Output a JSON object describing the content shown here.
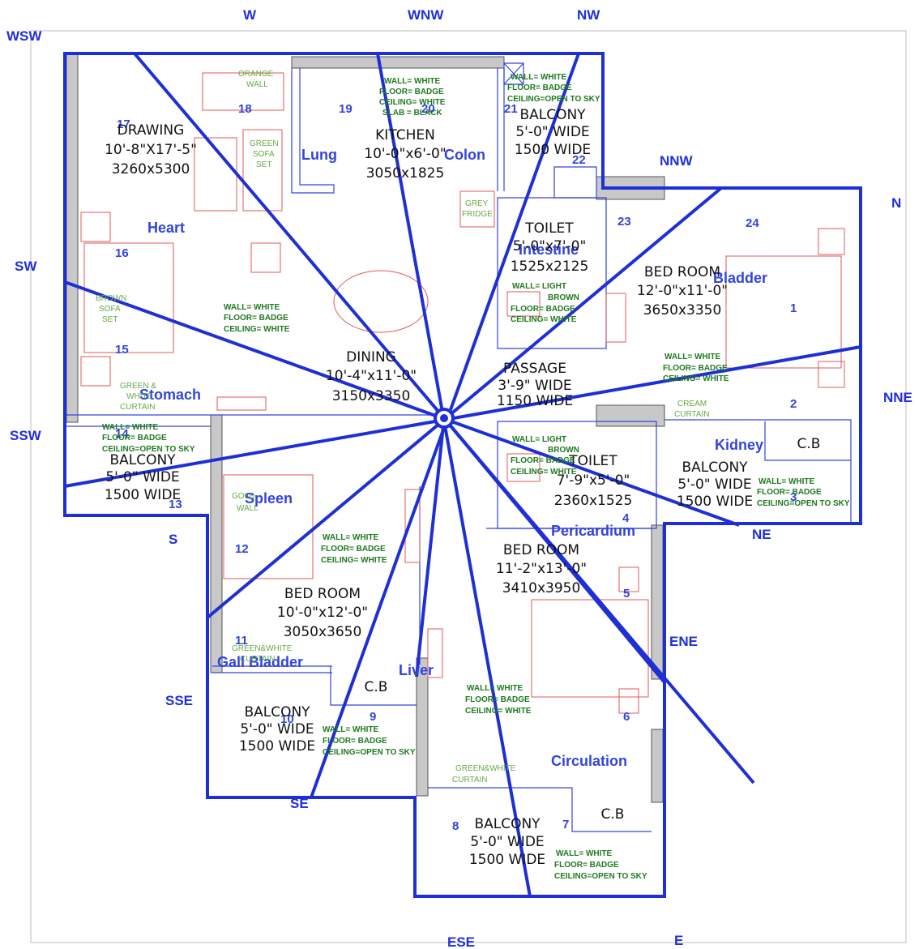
{
  "directions": [
    "W",
    "WNW",
    "NW",
    "WSW",
    "NNW",
    "N",
    "SW",
    "NNE",
    "SSW",
    "NE",
    "S",
    "ENE",
    "SSE",
    "SE",
    "ESE",
    "E"
  ],
  "organs": [
    "Lung",
    "Colon",
    "Heart",
    "Intestine",
    "Bladder",
    "Stomach",
    "Kidney",
    "Spleen",
    "Pericardium",
    "Gall Bladder",
    "Liver",
    "Circulation"
  ],
  "zone_numbers": [
    "17",
    "18",
    "19",
    "20",
    "21",
    "22",
    "23",
    "24",
    "16",
    "1",
    "15",
    "14",
    "2",
    "13",
    "3",
    "12",
    "4",
    "5",
    "11",
    "10",
    "9",
    "6",
    "7",
    "8"
  ],
  "rooms": {
    "drawing": [
      "DRAWING",
      "10'-8\"X17'-5\"",
      "3260x5300"
    ],
    "kitchen": [
      "KITCHEN",
      "10'-0\"x6'-0\"",
      "3050x1825"
    ],
    "balcony_nw": [
      "BALCONY",
      "5'-0\" WIDE",
      "1500 WIDE"
    ],
    "toilet_1": [
      "TOILET",
      "5'-0\"x7'-0\"",
      "1525x2125"
    ],
    "bedroom_ne": [
      "BED ROOM",
      "12'-0\"x11'-0\"",
      "3650x3350"
    ],
    "dining": [
      "DINING",
      "10'-4\"x11'-0\"",
      "3150x3350"
    ],
    "passage": [
      "PASSAGE",
      "3'-9\" WIDE",
      "1150 WIDE"
    ],
    "balcony_sw": [
      "BALCONY",
      "5'-0\" WIDE",
      "1500 WIDE"
    ],
    "toilet_2": [
      "TOILET",
      "7'-9\"x5'-0\"",
      "2360x1525"
    ],
    "balcony_e": [
      "BALCONY",
      "5'-0\" WIDE",
      "1500 WIDE"
    ],
    "bedroom_se": [
      "BED ROOM",
      "11'-2\"x13'-0\"",
      "3410x3950"
    ],
    "bedroom_s": [
      "BED ROOM",
      "10'-0\"x12'-0\"",
      "3050x3650"
    ],
    "balcony_s": [
      "BALCONY",
      "5'-0\" WIDE",
      "1500 WIDE"
    ],
    "balcony_se": [
      "BALCONY",
      "5'-0\" WIDE",
      "1500 WIDE"
    ],
    "cb": "C.B"
  },
  "notes": {
    "kitchen": [
      "WALL= WHITE",
      "FLOOR= BADGE",
      "CEILING= WHITE",
      "SLAB = BLACK"
    ],
    "balcony_nw": [
      "WALL= WHITE",
      "FLOOR= BADGE",
      "CEILING=OPEN TO SKY"
    ],
    "toilet_1": [
      "WALL= LIGHT",
      "BROWN",
      "FLOOR= BADGE",
      "CEILING= WHITE"
    ],
    "dining": [
      "WALL= WHITE",
      "FLOOR= BADGE",
      "CEILING= WHITE"
    ],
    "bedroom_ne": [
      "WALL= WHITE",
      "FLOOR= BADGE",
      "CEILING= WHITE"
    ],
    "balcony_sw": [
      "WALL= WHITE",
      "FLOOR= BADGE",
      "CEILING=OPEN TO SKY"
    ],
    "toilet_2": [
      "WALL= LIGHT",
      "BROWN",
      "FLOOR= BADGE",
      "CEILING= WHITE"
    ],
    "balcony_e": [
      "WALL= WHITE",
      "FLOOR= BADGE",
      "CEILING=OPEN TO SKY"
    ],
    "bedroom_s": [
      "WALL= WHITE",
      "FLOOR= BADGE",
      "CEILING= WHITE"
    ],
    "balcony_s": [
      "WALL= WHITE",
      "FLOOR= BADGE",
      "CEILING=OPEN TO SKY"
    ],
    "bedroom_se": [
      "WALL= WHITE",
      "FLOOR= BADGE",
      "CEILING= WHITE"
    ],
    "balcony_se": [
      "WALL= WHITE",
      "FLOOR= BADGE",
      "CEILING=OPEN TO SKY"
    ]
  },
  "furniture": {
    "orange_wall": [
      "ORANGE",
      "WALL"
    ],
    "green_sofa": [
      "GREEN",
      "SOFA",
      "SET"
    ],
    "grey_fridge": [
      "GREY",
      "FRIDGE"
    ],
    "brown_sofa": [
      "BROWN",
      "SOFA",
      "SET"
    ],
    "green_curtain": [
      "GREEN &",
      "WHITE",
      "CURTAIN"
    ],
    "cream_curtain": [
      "CREAM",
      "CURTAIN"
    ],
    "gold_wall": [
      "GOLD",
      "WALL"
    ],
    "green_white_s": [
      "GREEN&WHITE",
      "CURTAIN"
    ],
    "green_white_se": [
      "GREEN&WHITE",
      "CURTAIN"
    ]
  }
}
